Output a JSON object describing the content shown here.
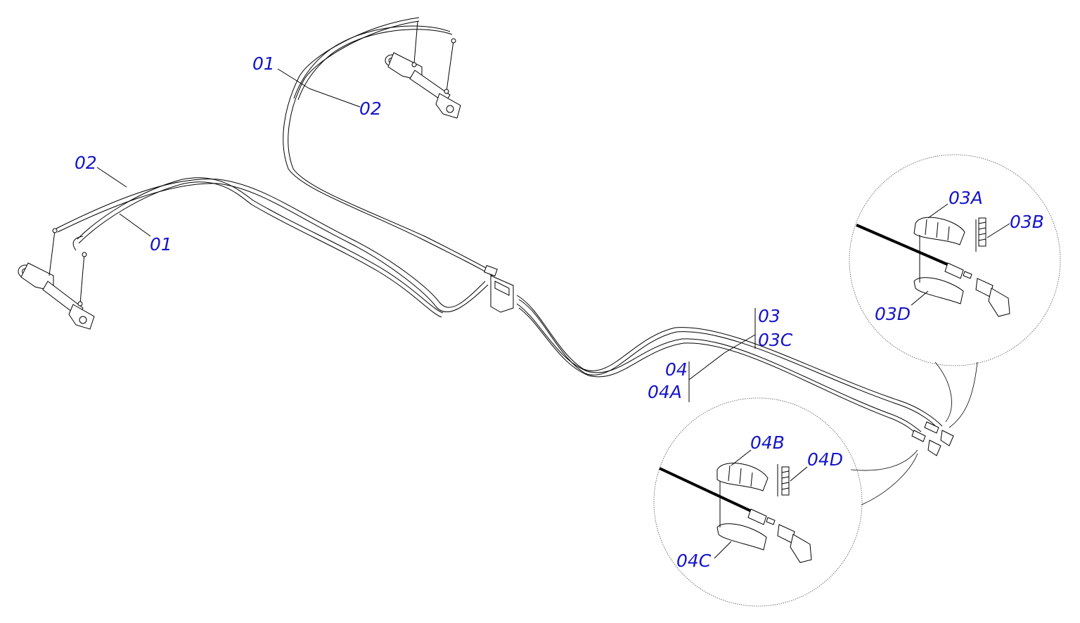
{
  "diagram": {
    "label_color": "#1515c8",
    "callouts": [
      {
        "id": "01_top",
        "text": "01"
      },
      {
        "id": "02_top",
        "text": "02"
      },
      {
        "id": "02_left",
        "text": "02"
      },
      {
        "id": "01_left",
        "text": "01"
      },
      {
        "id": "03",
        "text": "03"
      },
      {
        "id": "03C",
        "text": "03C"
      },
      {
        "id": "04",
        "text": "04"
      },
      {
        "id": "04A",
        "text": "04A"
      },
      {
        "id": "03A",
        "text": "03A"
      },
      {
        "id": "03B",
        "text": "03B"
      },
      {
        "id": "03D",
        "text": "03D"
      },
      {
        "id": "04B",
        "text": "04B"
      },
      {
        "id": "04D",
        "text": "04D"
      },
      {
        "id": "04C",
        "text": "04C"
      }
    ]
  }
}
